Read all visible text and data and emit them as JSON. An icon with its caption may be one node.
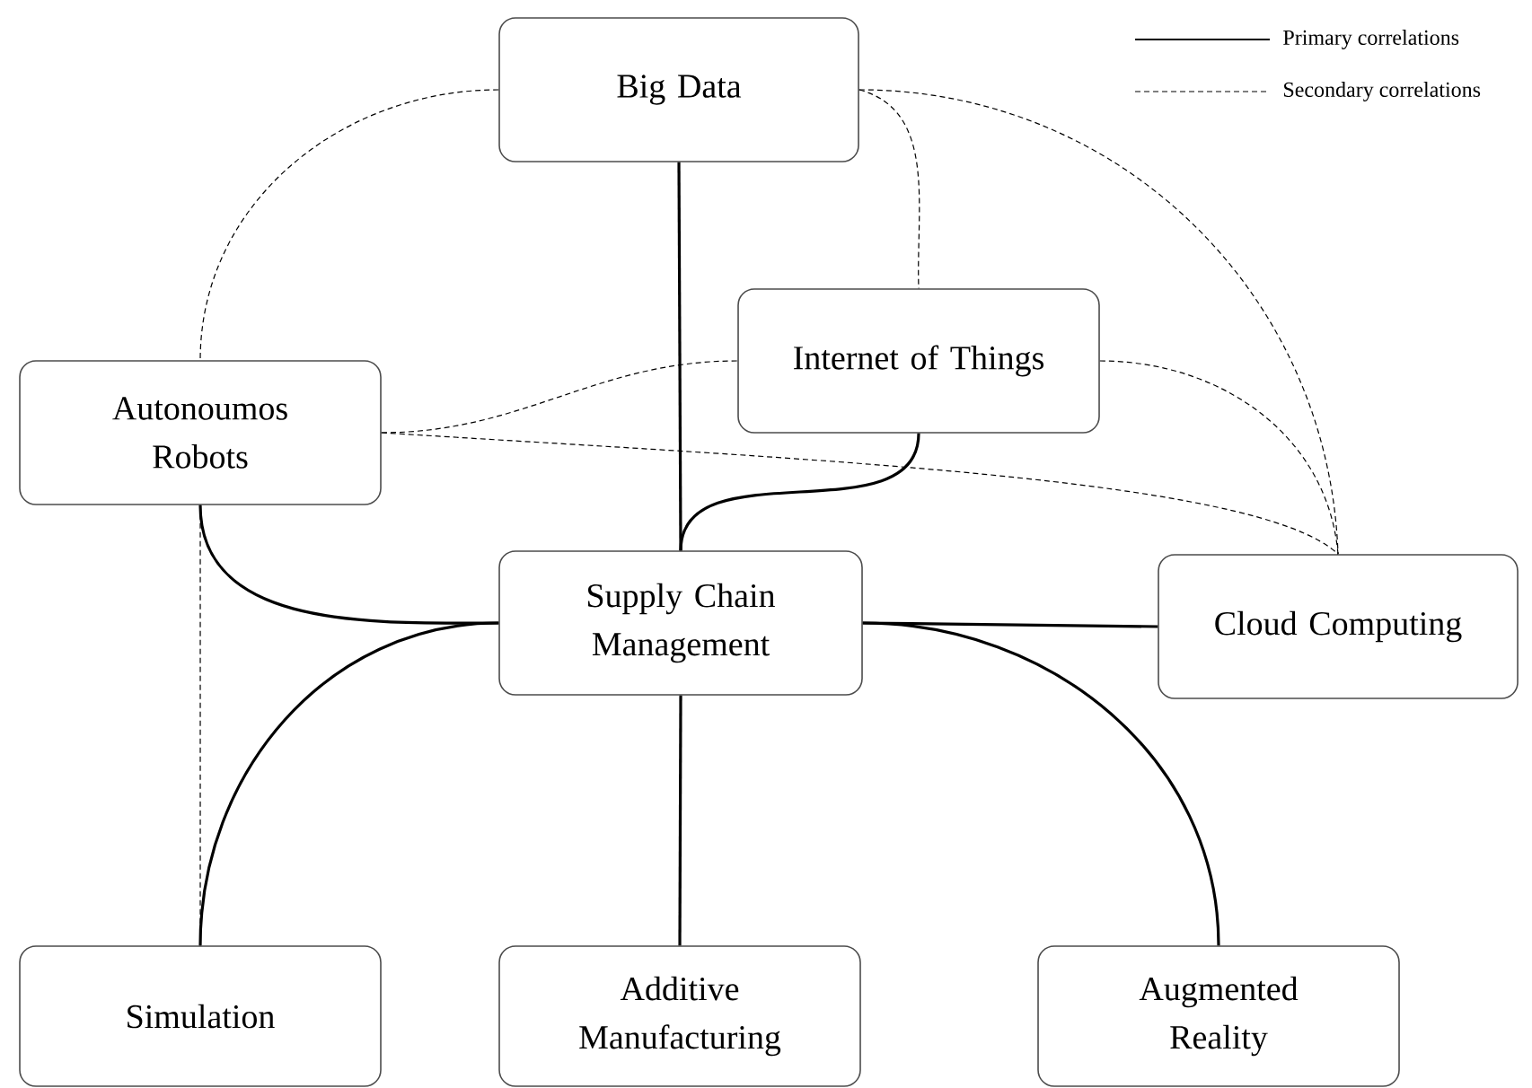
{
  "diagram": {
    "nodes": [
      {
        "text": [
          "Big Data"
        ]
      },
      {
        "text": [
          "Internet of Things"
        ]
      },
      {
        "text": [
          "Autonoumos Robots"
        ]
      },
      {
        "text": [
          "Supply Chain Management"
        ]
      },
      {
        "text": [
          "Cloud Computing"
        ]
      },
      {
        "text": [
          "Simulation"
        ]
      },
      {
        "text": [
          "Additive Manufacturing"
        ]
      },
      {
        "text": [
          "Augmented Reality"
        ]
      }
    ],
    "edges": [
      {
        "from": 0,
        "to": 3,
        "arrow": "none"
      },
      {
        "from": 1,
        "to": 3,
        "arrow": "none"
      },
      {
        "from": 2,
        "to": 3,
        "arrow": "none"
      },
      {
        "from": 3,
        "to": 4,
        "arrow": "none"
      },
      {
        "from": 3,
        "to": 5,
        "arrow": "none"
      },
      {
        "from": 3,
        "to": 6,
        "arrow": "none"
      },
      {
        "from": 3,
        "to": 7,
        "arrow": "none"
      },
      {
        "from": 0,
        "to": 2,
        "arrow": "none",
        "style": "dashed"
      },
      {
        "from": 0,
        "to": 1,
        "arrow": "none",
        "style": "dashed"
      },
      {
        "from": 0,
        "to": 4,
        "arrow": "none",
        "style": "dashed"
      },
      {
        "from": 1,
        "to": 4,
        "arrow": "none",
        "style": "dashed"
      },
      {
        "from": 2,
        "to": 1,
        "arrow": "none",
        "style": "dashed"
      },
      {
        "from": 2,
        "to": 4,
        "arrow": "none",
        "style": "dashed"
      },
      {
        "from": 2,
        "to": 5,
        "arrow": "none",
        "style": "dashed"
      }
    ],
    "legend": [
      {
        "text": "Primary correlations"
      },
      {
        "text": "Secondary correlations"
      }
    ]
  }
}
